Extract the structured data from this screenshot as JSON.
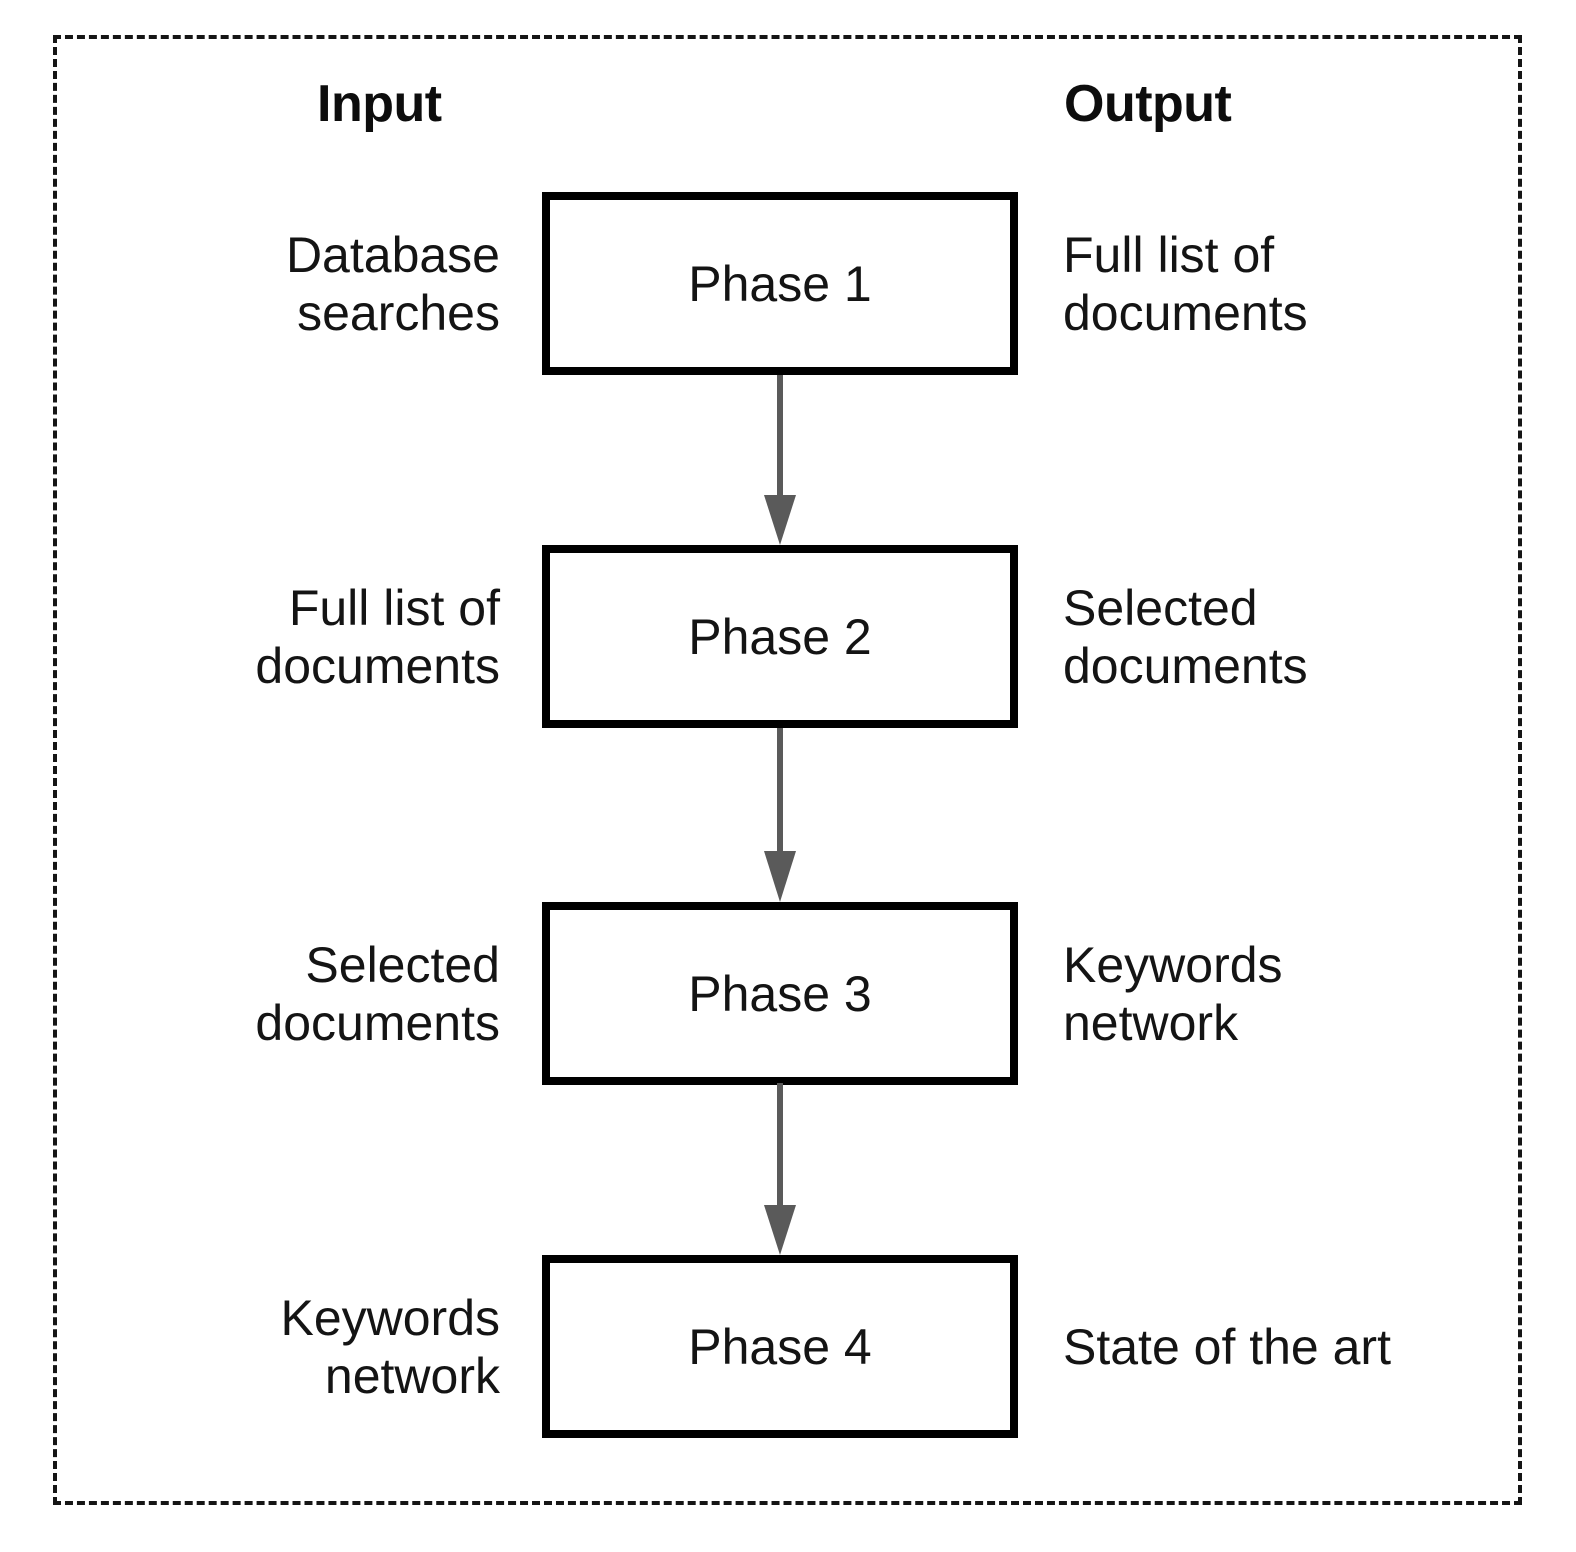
{
  "diagram": {
    "title_headers": {
      "input": "Input",
      "output": "Output"
    },
    "frame_style": "dashed",
    "colors": {
      "box_border": "#000000",
      "box_fill": "#ffffff",
      "text": "#141414",
      "arrow": "#5a5a5a",
      "frame_dash": "#151515",
      "background": "#ffffff"
    },
    "rows": [
      {
        "input": "Database\nsearches",
        "node": "Phase 1",
        "output": "Full list of\ndocuments"
      },
      {
        "input": "Full list of\ndocuments",
        "node": "Phase 2",
        "output": "Selected\ndocuments"
      },
      {
        "input": "Selected\ndocuments",
        "node": "Phase 3",
        "output": "Keywords\nnetwork"
      },
      {
        "input": "Keywords\nnetwork",
        "node": "Phase 4",
        "output": "State of the art"
      }
    ],
    "connectors": [
      {
        "from": "Phase 1",
        "to": "Phase 2",
        "direction": "down"
      },
      {
        "from": "Phase 2",
        "to": "Phase 3",
        "direction": "down"
      },
      {
        "from": "Phase 3",
        "to": "Phase 4",
        "direction": "down"
      }
    ]
  }
}
